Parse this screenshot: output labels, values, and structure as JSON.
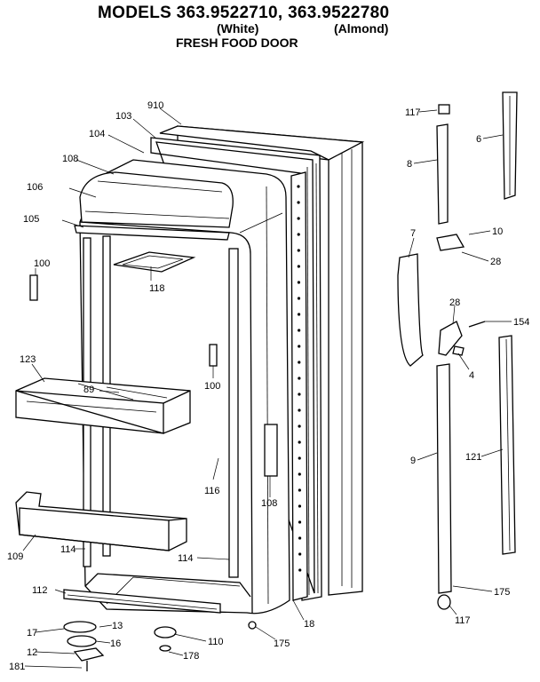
{
  "header": {
    "models": "MODELS 363.9522710, 363.9522780",
    "white": "(White)",
    "almond": "(Almond)",
    "section": "FRESH FOOD DOOR"
  },
  "parts": {
    "p910": "910",
    "p103": "103",
    "p104": "104",
    "p108a": "108",
    "p106": "106",
    "p105": "105",
    "p100a": "100",
    "p118": "118",
    "p123": "123",
    "p89": "89",
    "p100b": "100",
    "p116": "116",
    "p108b": "108",
    "p109": "109",
    "p114a": "114",
    "p114b": "114",
    "p112": "112",
    "p13": "13",
    "p17": "17",
    "p16": "16",
    "p12": "12",
    "p181": "181",
    "p178": "178",
    "p110": "110",
    "p175a": "175",
    "p18": "18",
    "p117a": "117",
    "p6": "6",
    "p8": "8",
    "p10": "10",
    "p7": "7",
    "p28a": "28",
    "p28b": "28",
    "p154": "154",
    "p4": "4",
    "p9": "9",
    "p121": "121",
    "p175b": "175",
    "p117b": "117"
  }
}
